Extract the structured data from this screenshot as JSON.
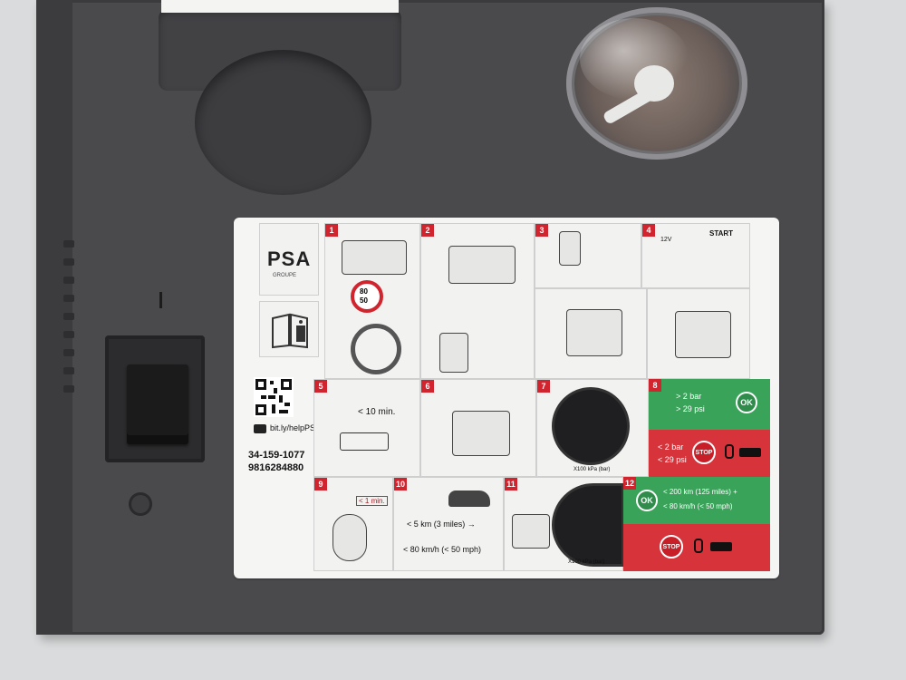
{
  "label": {
    "brand": "PSA",
    "brand_sub": "GROUPE",
    "link": "bit.ly/helpPSA",
    "part_number_1": "34-159-1077",
    "part_number_2": "9816284880",
    "steps": [
      "1",
      "2",
      "3",
      "4",
      "5",
      "6",
      "7",
      "8",
      "9",
      "10",
      "11",
      "12"
    ],
    "speed_sign_top": "80",
    "speed_sign_bottom": "50",
    "voltage": "12V",
    "start": "START",
    "time_limit": "< 10 min.",
    "wait_time": "< 1 min.",
    "distance": "< 5 km (3 miles) →",
    "speed_limit": "< 80 km/h (< 50 mph)",
    "gauge_unit": "X100 kPa (bar)",
    "ok": "OK",
    "stop": "STOP",
    "pressure_ok_1": "> 2 bar",
    "pressure_ok_2": "> 29 psi",
    "pressure_low_1": "< 2 bar",
    "pressure_low_2": "< 29 psi",
    "final_ok_1": "< 200 km (125 miles) +",
    "final_ok_2": "< 80 km/h (< 50 mph)"
  },
  "colors": {
    "device": "#4a4a4d",
    "label_bg": "#f5f5f4",
    "accent_red": "#d0252f",
    "ok_green": "#3aa35a",
    "stop_red": "#d6333b"
  },
  "icons": [
    "qr-code-icon",
    "youtube-icon",
    "book-info-icon",
    "phone-icon",
    "tow-truck-icon",
    "car-icon"
  ]
}
